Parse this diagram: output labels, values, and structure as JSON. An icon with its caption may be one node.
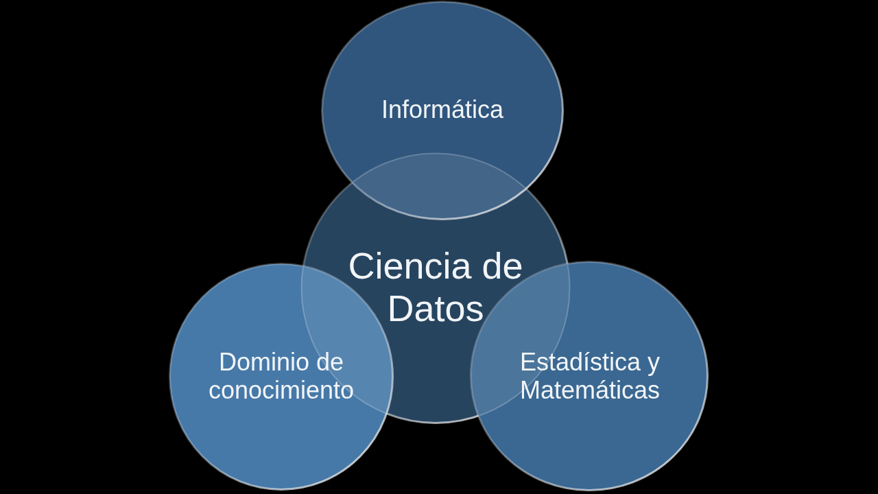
{
  "diagram": {
    "nodes": [
      {
        "text": [
          "Informática"
        ]
      },
      {
        "text": [
          "Ciencia de Datos"
        ]
      },
      {
        "text": [
          "Dominio de conocimiento"
        ]
      },
      {
        "text": [
          "Estadística y Matemáticas"
        ]
      }
    ]
  }
}
